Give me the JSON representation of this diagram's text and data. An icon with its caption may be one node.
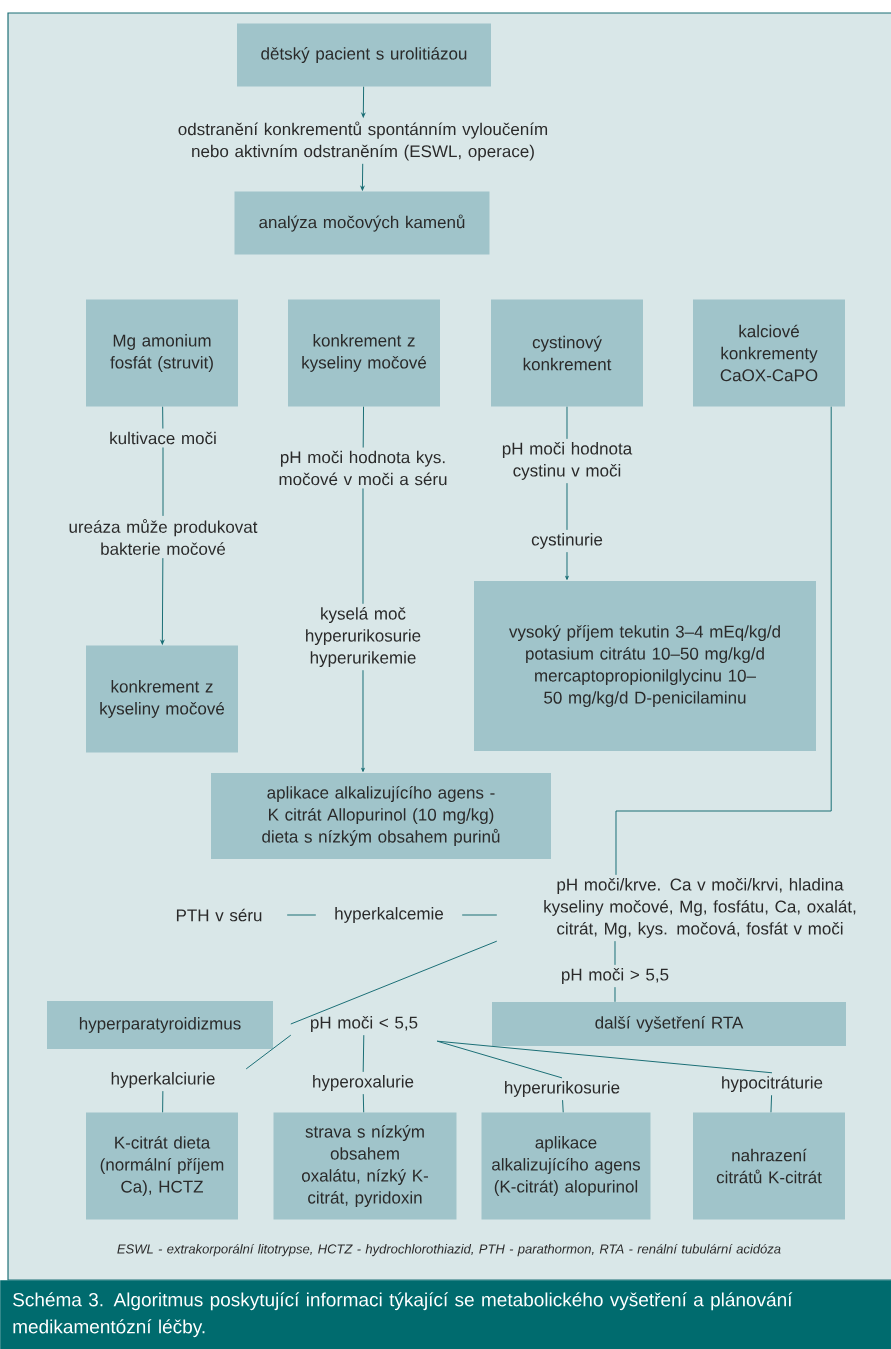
{
  "diagram": {
    "caption": "Schéma 3. Algoritmus poskytující informaci týkající se metabolického vyšetření a plánování medikamentózní léčby.",
    "nodes": [
      {
        "text": [
          "dětský pacient s urolitiázou"
        ]
      },
      {
        "text": [
          "odstranění konkrementů spontánním vyloučením nebo aktivním odstraněním (ESWL, operace)"
        ]
      },
      {
        "text": [
          "analýza močových kamenů"
        ]
      },
      {
        "text": [
          "Mg amonium fosfát (struvit)"
        ]
      },
      {
        "text": [
          "konkrement z kyseliny močové"
        ]
      },
      {
        "text": [
          "cystinový konkrement"
        ]
      },
      {
        "text": [
          "kalciové konkrementy CaOX-CaPO"
        ]
      },
      {
        "text": [
          "kultivace moči"
        ]
      },
      {
        "text": [
          "ureáza může produkovat bakterie močové"
        ]
      },
      {
        "text": [
          "konkrement z kyseliny močové"
        ]
      },
      {
        "text": [
          "pH moči hodnota kys. močové v moči a séru"
        ]
      },
      {
        "text": [
          "kyselá moč hyperurikosurie hyperurikemie"
        ]
      },
      {
        "text": [
          "aplikace alkalizujícího agens - K citrát Allopurinol (10 mg/kg) dieta s nízkým obsahem purinů"
        ]
      },
      {
        "text": [
          "pH moči hodnota cystinu v moči"
        ]
      },
      {
        "text": [
          "cystinurie"
        ]
      },
      {
        "text": [
          "vysoký příjem tekutin 3–4 mEq/kg/d potasium citrátu 10–50 mg/kg/d mercaptopropionilglycinu 10–50 mg/kg/d D-penicilaminu"
        ]
      },
      {
        "text": [
          "pH moči/krve. Ca v moči/krvi, hladina kyseliny močové, Mg, fosfátu, Ca, oxalát, citrát, Mg, kys. močová, fosfát v moči"
        ]
      },
      {
        "text": [
          "PTH v séru"
        ]
      },
      {
        "text": [
          "hyperkalcemie"
        ]
      },
      {
        "text": [
          "pH moči > 5,5"
        ]
      },
      {
        "text": [
          "hyperparatyroidizmus"
        ]
      },
      {
        "text": [
          "pH moči < 5,5"
        ]
      },
      {
        "text": [
          "další vyšetření RTA"
        ]
      },
      {
        "text": [
          "hyperkalciurie"
        ]
      },
      {
        "text": [
          "hyperoxalurie"
        ]
      },
      {
        "text": [
          "hyperurikosurie"
        ]
      },
      {
        "text": [
          "hypocitráturie"
        ]
      },
      {
        "text": [
          "K-citrát dieta (normální příjem Ca), HCTZ"
        ]
      },
      {
        "text": [
          "strava s nízkým obsahem oxalátu, nízký K-citrát, pyridoxin"
        ]
      },
      {
        "text": [
          "aplikace alkalizujícího agens (K-citrát) alopurinol"
        ]
      },
      {
        "text": [
          "nahrazení citrátů K-citrát"
        ]
      }
    ],
    "edges": [
      {
        "from": 0,
        "to": 1,
        "arrow": "to"
      },
      {
        "from": 1,
        "to": 2,
        "arrow": "to"
      },
      {
        "from": 3,
        "to": 7,
        "arrow": "none"
      },
      {
        "from": 7,
        "to": 8,
        "arrow": "none"
      },
      {
        "from": 8,
        "to": 9,
        "arrow": "to"
      },
      {
        "from": 4,
        "to": 10,
        "arrow": "none"
      },
      {
        "from": 10,
        "to": 11,
        "arrow": "none"
      },
      {
        "from": 11,
        "to": 12,
        "arrow": "to"
      },
      {
        "from": 5,
        "to": 13,
        "arrow": "none"
      },
      {
        "from": 13,
        "to": 14,
        "arrow": "none"
      },
      {
        "from": 14,
        "to": 15,
        "arrow": "to"
      },
      {
        "from": 6,
        "to": 16,
        "arrow": "none"
      },
      {
        "from": 16,
        "to": 18,
        "arrow": "none"
      },
      {
        "from": 18,
        "to": 17,
        "arrow": "none"
      },
      {
        "from": 16,
        "to": 19,
        "arrow": "none"
      },
      {
        "from": 19,
        "to": 22,
        "arrow": "none"
      },
      {
        "from": 16,
        "to": 21,
        "arrow": "none"
      },
      {
        "from": 21,
        "to": 23,
        "arrow": "none"
      },
      {
        "from": 21,
        "to": 24,
        "arrow": "none"
      },
      {
        "from": 21,
        "to": 25,
        "arrow": "none"
      },
      {
        "from": 21,
        "to": 26,
        "arrow": "none"
      },
      {
        "from": 23,
        "to": 27,
        "arrow": "none"
      },
      {
        "from": 24,
        "to": 28,
        "arrow": "none"
      },
      {
        "from": 25,
        "to": 29,
        "arrow": "none"
      },
      {
        "from": 26,
        "to": 30,
        "arrow": "none"
      }
    ],
    "labels": [
      "ESWL - extrakorporální litotrypse, HCTZ - hydrochlorothiazid, PTH - parathormon, RTA - renální tubulární acidóza"
    ]
  }
}
